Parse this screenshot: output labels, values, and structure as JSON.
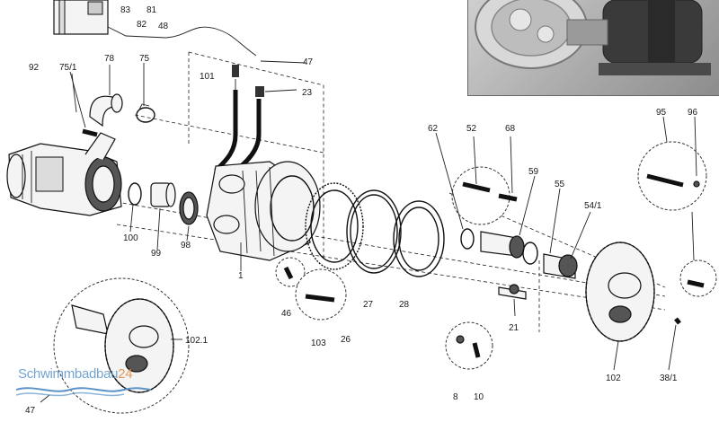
{
  "watermark": {
    "brand": "Schwimmbadbau",
    "suffix": "24"
  },
  "photo_inset": {
    "content": "photo-of-pump-assembly"
  },
  "parts": [
    {
      "id": "p83",
      "label": "83"
    },
    {
      "id": "p82",
      "label": "82"
    },
    {
      "id": "p81",
      "label": "81"
    },
    {
      "id": "p48",
      "label": "48"
    },
    {
      "id": "p47a",
      "label": "47"
    },
    {
      "id": "p101",
      "label": "101"
    },
    {
      "id": "p23",
      "label": "23"
    },
    {
      "id": "p92",
      "label": "92"
    },
    {
      "id": "p75_1",
      "label": "75/1"
    },
    {
      "id": "p78",
      "label": "78"
    },
    {
      "id": "p75",
      "label": "75"
    },
    {
      "id": "p62",
      "label": "62"
    },
    {
      "id": "p52",
      "label": "52"
    },
    {
      "id": "p68",
      "label": "68"
    },
    {
      "id": "p95",
      "label": "95"
    },
    {
      "id": "p96",
      "label": "96"
    },
    {
      "id": "p59",
      "label": "59"
    },
    {
      "id": "p55",
      "label": "55"
    },
    {
      "id": "p54_1",
      "label": "54/1"
    },
    {
      "id": "p100",
      "label": "100"
    },
    {
      "id": "p99",
      "label": "99"
    },
    {
      "id": "p98",
      "label": "98"
    },
    {
      "id": "p1",
      "label": "1"
    },
    {
      "id": "p46",
      "label": "46"
    },
    {
      "id": "p103",
      "label": "103"
    },
    {
      "id": "p26",
      "label": "26"
    },
    {
      "id": "p27",
      "label": "27"
    },
    {
      "id": "p28",
      "label": "28"
    },
    {
      "id": "p21",
      "label": "21"
    },
    {
      "id": "p102_1",
      "label": "102.1"
    },
    {
      "id": "p8",
      "label": "8"
    },
    {
      "id": "p10",
      "label": "10"
    },
    {
      "id": "p102",
      "label": "102"
    },
    {
      "id": "p38_1",
      "label": "38/1"
    },
    {
      "id": "p47b",
      "label": "47"
    }
  ],
  "colors": {
    "line": "#222222",
    "background": "#ffffff",
    "watermark": "#5b93c7",
    "watermark_suffix": "#e08a3a"
  }
}
